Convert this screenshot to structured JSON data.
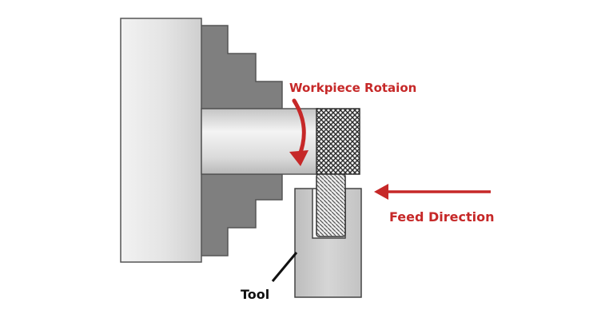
{
  "labels": {
    "rotation": "Workpiece Rotaion",
    "feed": "Feed Direction",
    "tool": "Tool"
  },
  "colors": {
    "annotation": "#c62828",
    "chuck_face": "#e3e3e3",
    "chuck_jaws": "#7f7f7f",
    "workpiece": "#d4d4d4",
    "tool_body": "#cfcfcf",
    "outline": "#333333"
  },
  "icons": {
    "rotation_arrow": "curved-arrow-icon",
    "feed_arrow": "arrow-left-icon"
  }
}
